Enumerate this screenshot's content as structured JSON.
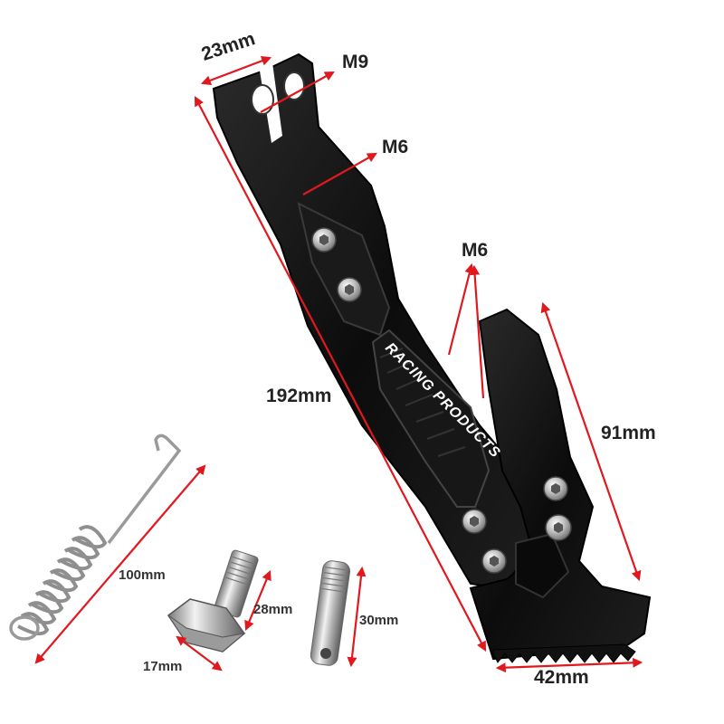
{
  "product": {
    "brand_text": "RACING PRODUCTS"
  },
  "dimensions": {
    "width_top": "23mm",
    "thread_top": "M9",
    "thread_mid": "M6",
    "thread_foot": "M6",
    "total_length": "192mm",
    "foot_length": "91mm",
    "foot_width": "42mm",
    "spring_length": "100mm",
    "bolt_length": "28mm",
    "bolt_head": "17mm",
    "pin_length": "30mm"
  },
  "colors": {
    "arrow": "#e0191e",
    "part": "#111111",
    "metal": "#c8c8c8"
  }
}
